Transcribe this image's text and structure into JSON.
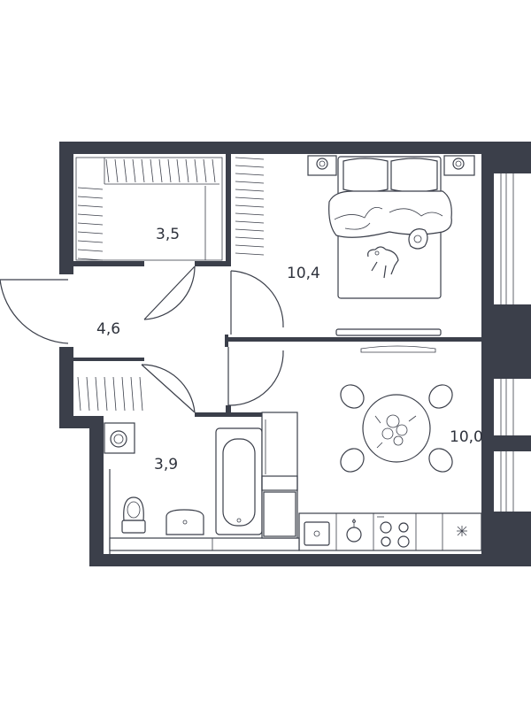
{
  "rooms": {
    "wardrobe": {
      "area": "3,5"
    },
    "bedroom": {
      "area": "10,4"
    },
    "hall": {
      "area": "4,6"
    },
    "bathroom": {
      "area": "3,9"
    },
    "kitchen": {
      "area": "10,0"
    }
  },
  "colors": {
    "wall": "#3b3f4a",
    "line": "#3b3f4a",
    "background": "#ffffff"
  },
  "icons": {
    "bed": "bed-icon",
    "dog": "dog-illustration-icon",
    "tv": "tv-icon",
    "table": "dining-table-icon",
    "bathtub": "bathtub-icon",
    "toilet": "toilet-icon",
    "sink": "sink-icon",
    "washer": "washing-machine-icon",
    "stove": "stove-icon",
    "faucet": "kitchen-faucet-icon"
  }
}
